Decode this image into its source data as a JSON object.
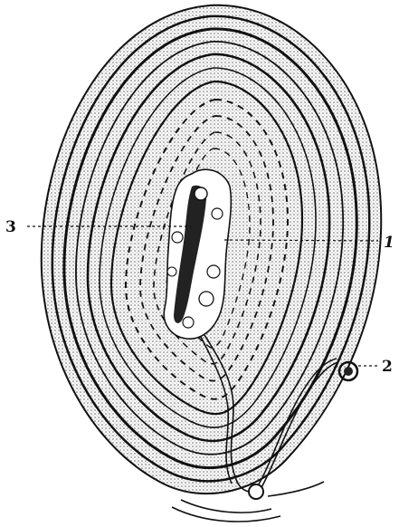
{
  "figure": {
    "labels": {
      "label_1": "1",
      "label_2": "2",
      "label_3": "3"
    },
    "colors": {
      "ink": "#111111",
      "paper": "#ffffff"
    }
  }
}
